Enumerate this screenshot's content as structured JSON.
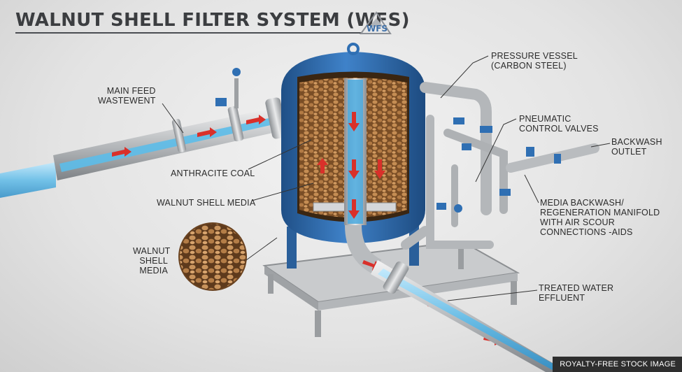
{
  "title": "WALNUT SHELL FILTER SYSTEM (WFS)",
  "logo_text": "WFS",
  "labels": {
    "main_feed": [
      "MAIN FEED",
      "WASTEWENT"
    ],
    "anthracite": [
      "ANTHRACITE COAL"
    ],
    "walnut_media": [
      "WALNUT SHELL MEDIA"
    ],
    "walnut_inset": [
      "WALNUT",
      "SHELL",
      "MEDIA"
    ],
    "pressure_vessel": [
      "PRESSURE VESSEL",
      "(CARBON STEEL)"
    ],
    "pneumatic": [
      "PNEUMATIC",
      "CONTROL VALVES"
    ],
    "backwash_outlet": [
      "BACKWASH",
      "OUTLET"
    ],
    "manifold": [
      "MEDIA BACKWASH/",
      "REGENERATION MANIFOLD",
      "WITH AIR SCOUR",
      "CONNECTIONS -AIDS"
    ],
    "treated": [
      "TREATED WATER",
      "EFFLUENT"
    ]
  },
  "badge": "ROYALTY-FREE STOCK IMAGE",
  "colors": {
    "vessel": "#2f6fb3",
    "water": "#6ec8ef",
    "arrow": "#d9302a",
    "media": "#b07a45"
  }
}
